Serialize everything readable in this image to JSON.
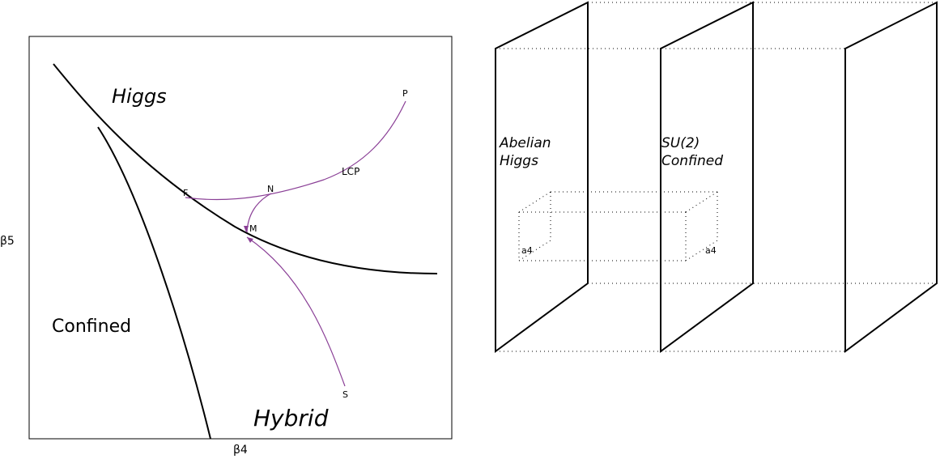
{
  "phase_diagram": {
    "x_axis_label": "β4",
    "y_axis_label": "β5",
    "regions": {
      "higgs": "Higgs",
      "confined": "Confined",
      "hybrid": "Hybrid"
    },
    "points": {
      "P": "P",
      "N": "N",
      "F": "F",
      "M": "M",
      "S": "S"
    },
    "curve_label": "LCP",
    "colors": {
      "phase_boundary": "#000000",
      "lcp_curve": "#8a3f96"
    }
  },
  "layer_diagram": {
    "layer1_label": [
      "Abelian",
      "Higgs"
    ],
    "layer2_label": [
      "SU(2)",
      "Confined"
    ],
    "extent_label_left": "a4",
    "extent_label_right": "a4"
  }
}
